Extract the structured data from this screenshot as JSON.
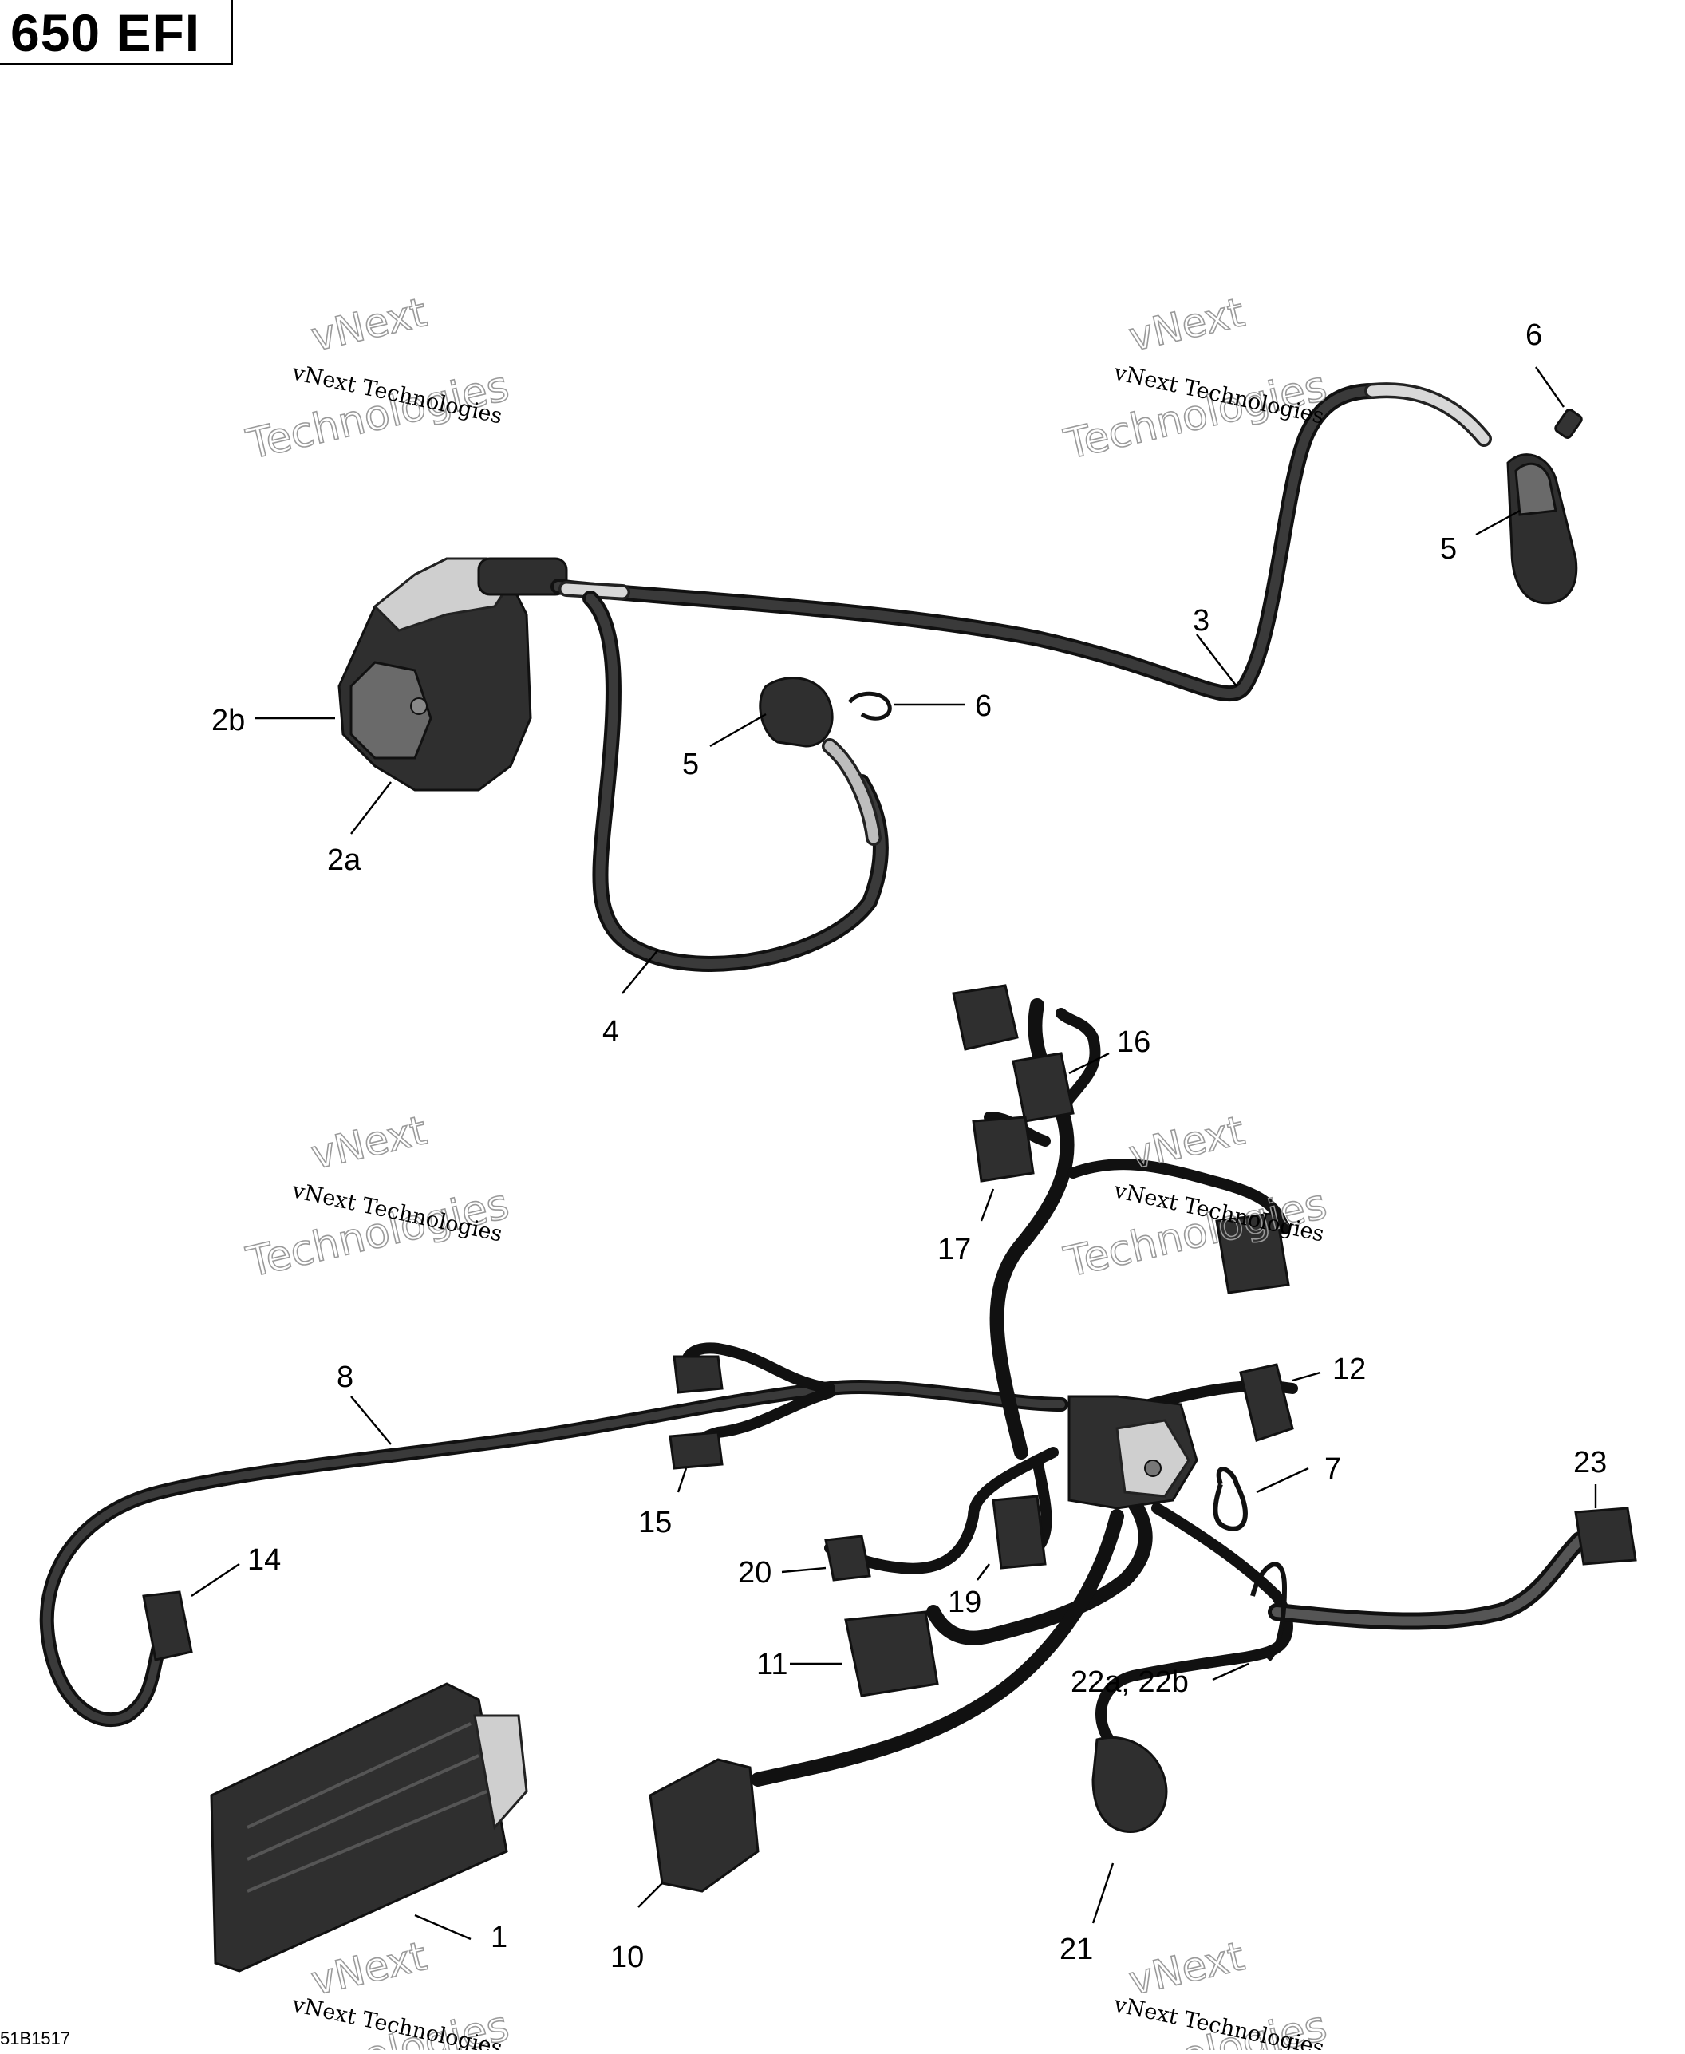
{
  "header": {
    "model_label": "650 EFI"
  },
  "reference_code": "51B1517",
  "watermark": {
    "line1": "vNext Technologies",
    "outline1": "vNext",
    "outline2": "Technologies"
  },
  "callouts": {
    "c1": "1",
    "c2a": "2a",
    "c2b": "2b",
    "c3": "3",
    "c4": "4",
    "c5a": "5",
    "c5b": "5",
    "c6a": "6",
    "c6b": "6",
    "c7": "7",
    "c8": "8",
    "c10": "10",
    "c11": "11",
    "c12": "12",
    "c14": "14",
    "c15": "15",
    "c16": "16",
    "c17": "17",
    "c19": "19",
    "c20": "20",
    "c21": "21",
    "c22": "22a, 22b",
    "c23": "23"
  },
  "colors": {
    "line": "#000000",
    "part": "#2f2f2f",
    "background": "#ffffff"
  }
}
